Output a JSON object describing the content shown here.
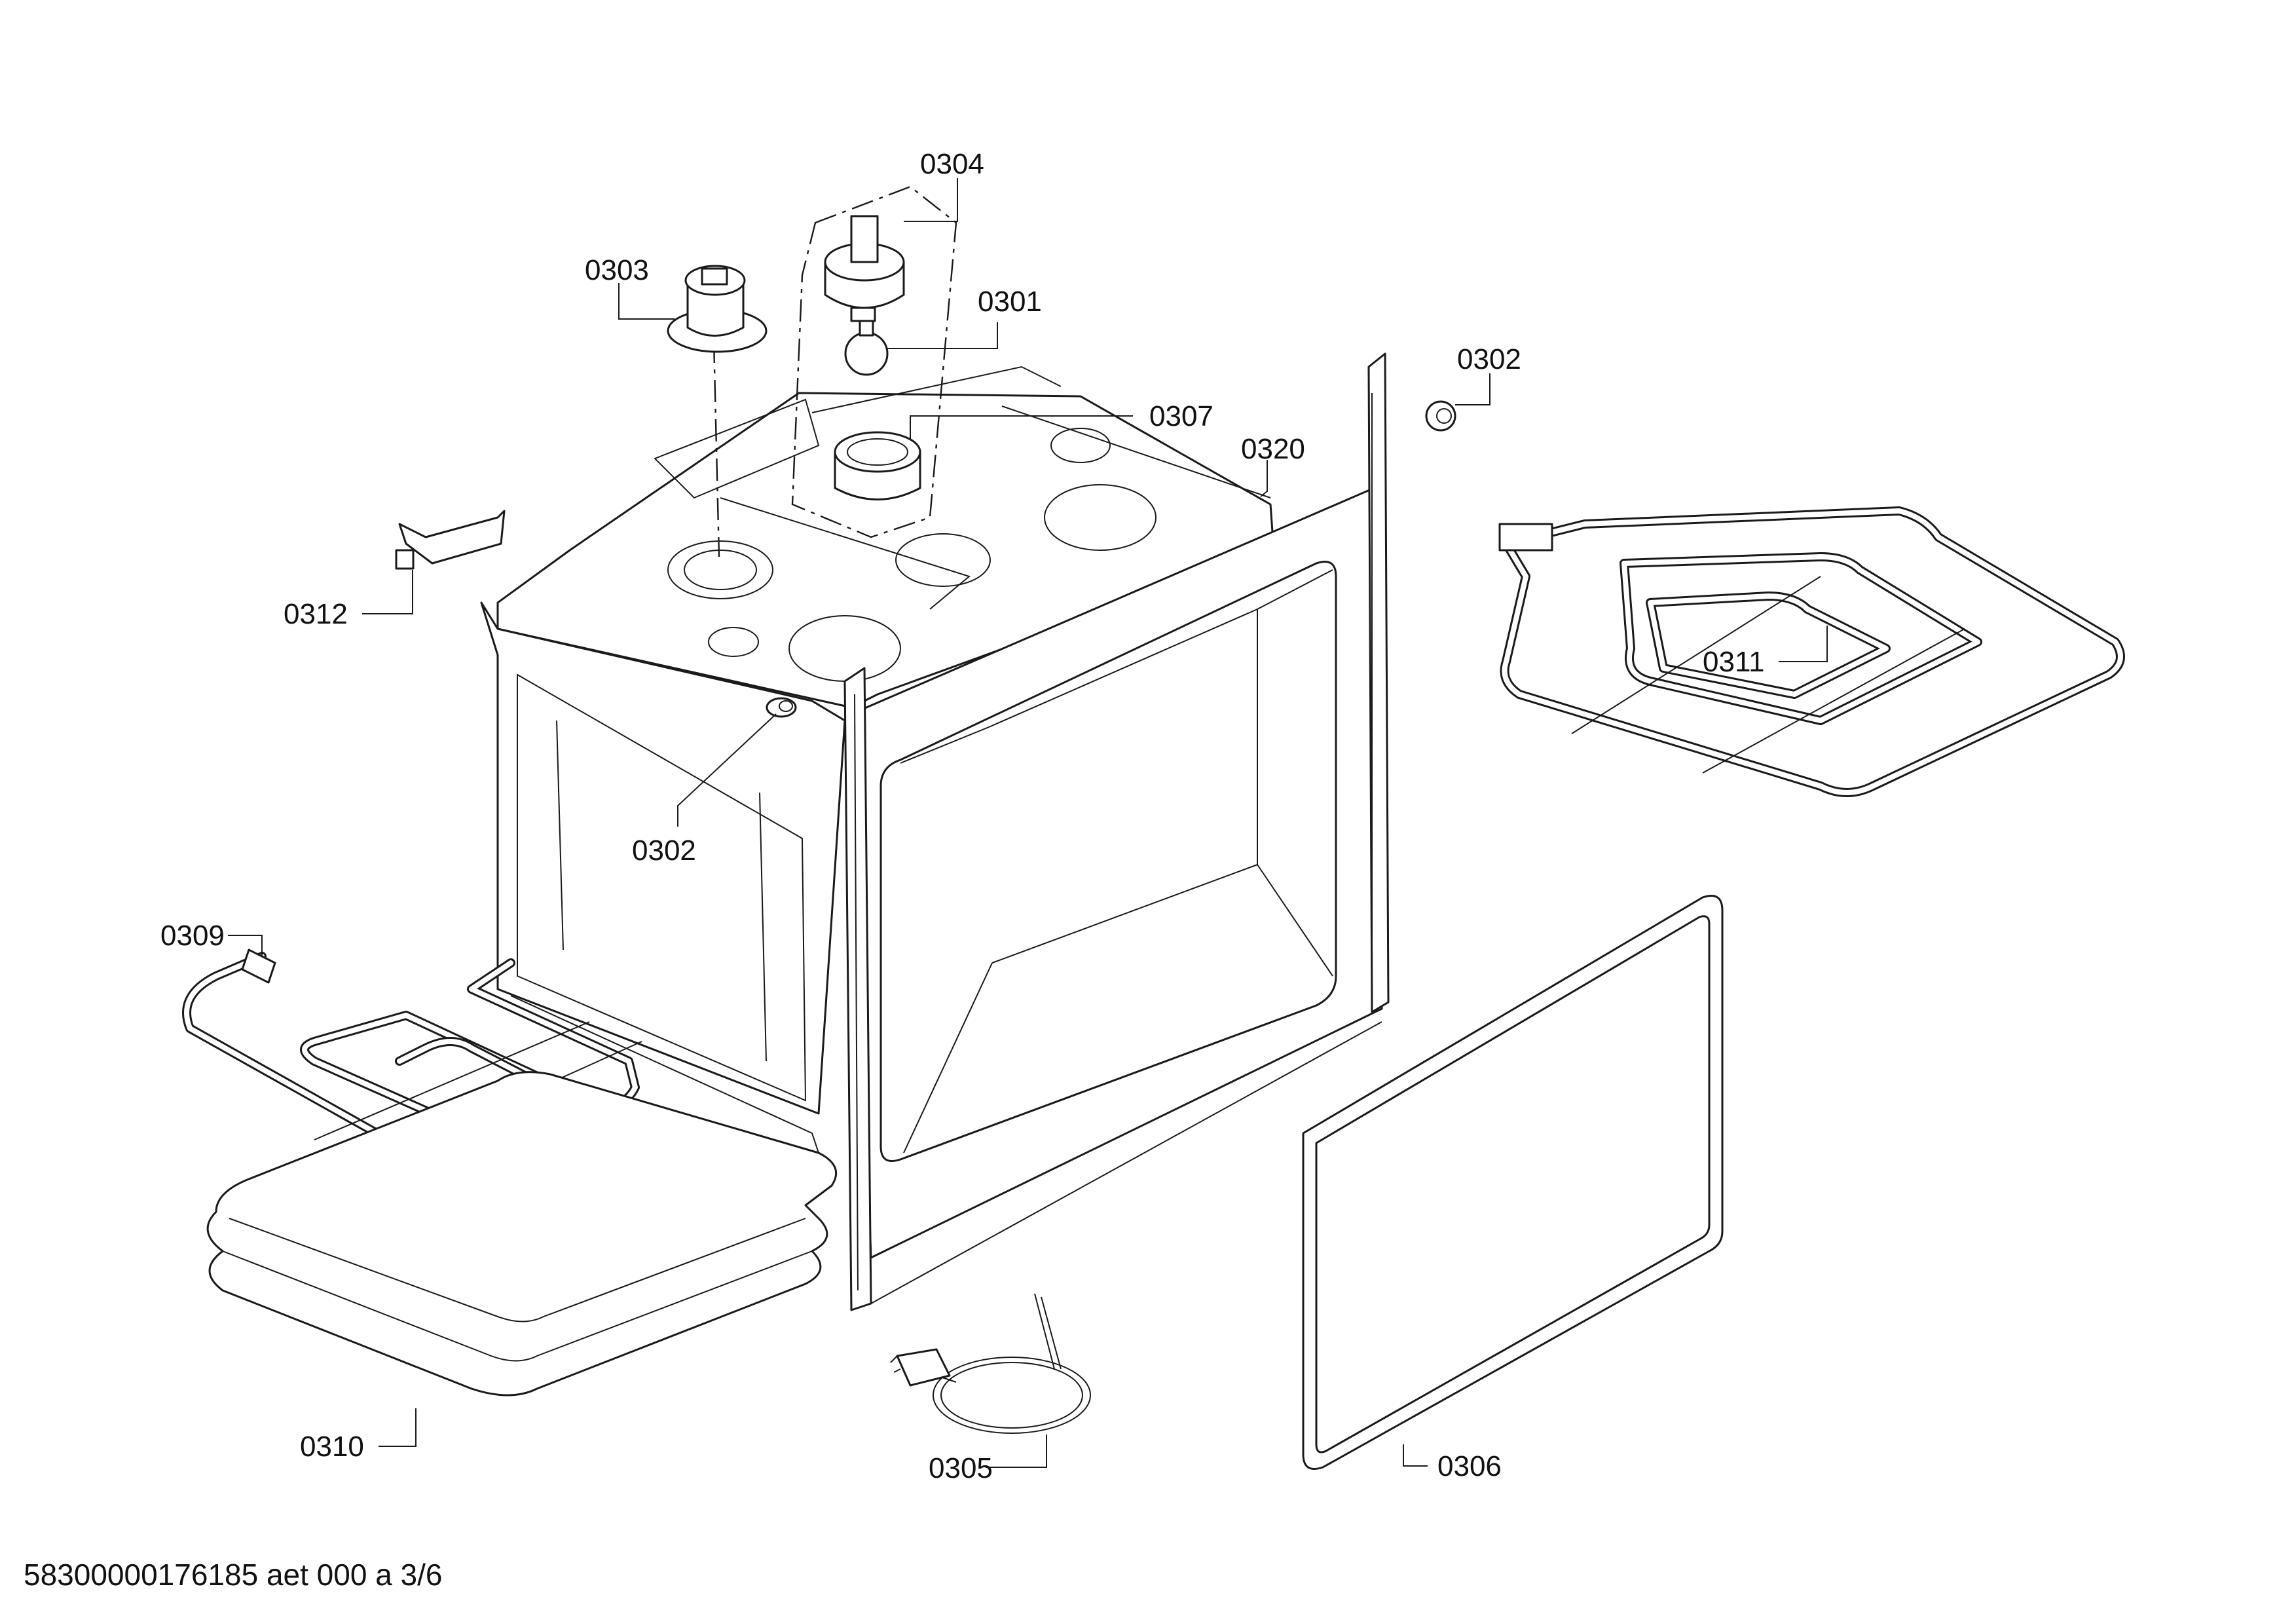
{
  "labels": {
    "p0301": "0301",
    "p0302a": "0302",
    "p0302b": "0302",
    "p0303": "0303",
    "p0304": "0304",
    "p0305": "0305",
    "p0306": "0306",
    "p0307": "0307",
    "p0309": "0309",
    "p0310": "0310",
    "p0311": "0311",
    "p0312": "0312",
    "p0320": "0320"
  },
  "footer": {
    "code": "58300000176185 aet 000 a 3/6"
  }
}
